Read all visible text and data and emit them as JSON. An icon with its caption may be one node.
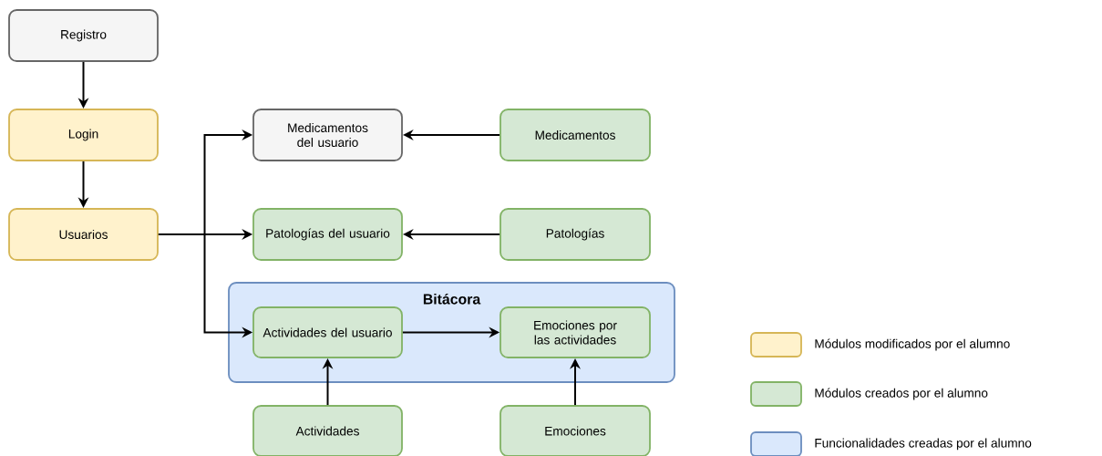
{
  "diagram": {
    "nodes": [
      {
        "text": [
          "Registro"
        ]
      },
      {
        "text": [
          "Login"
        ]
      },
      {
        "text": [
          "Usuarios"
        ]
      },
      {
        "text": [
          "Medicamentos del usuario"
        ]
      },
      {
        "text": [
          "Medicamentos"
        ]
      },
      {
        "text": [
          "Patologías del usuario"
        ]
      },
      {
        "text": [
          "Patologías"
        ]
      },
      {
        "text": [
          "Bitácora"
        ]
      },
      {
        "text": [
          "Actividades del usuario"
        ],
        "in": 7
      },
      {
        "text": [
          "Emociones por las actividades"
        ],
        "in": 7
      },
      {
        "text": [
          "Actividades"
        ]
      },
      {
        "text": [
          "Emociones"
        ]
      }
    ],
    "edges": [
      {
        "from": 0,
        "to": 1,
        "arrow": "to"
      },
      {
        "from": 1,
        "to": 2,
        "arrow": "to"
      },
      {
        "from": 2,
        "to": 3,
        "arrow": "to"
      },
      {
        "from": 2,
        "to": 5,
        "arrow": "to"
      },
      {
        "from": 2,
        "to": 8,
        "arrow": "to"
      },
      {
        "from": 4,
        "to": 3,
        "arrow": "to"
      },
      {
        "from": 6,
        "to": 5,
        "arrow": "to"
      },
      {
        "from": 8,
        "to": 9,
        "arrow": "to"
      },
      {
        "from": 10,
        "to": 8,
        "arrow": "to"
      },
      {
        "from": 11,
        "to": 9,
        "arrow": "to"
      }
    ],
    "legend": [
      {
        "text": "Módulos modificados por el alumno",
        "color": "#fff2cc"
      },
      {
        "text": "Módulos creados por el alumno",
        "color": "#d5e8d4"
      },
      {
        "text": "Funcionalidades creadas por el alumno",
        "color": "#dae8fc"
      }
    ]
  }
}
